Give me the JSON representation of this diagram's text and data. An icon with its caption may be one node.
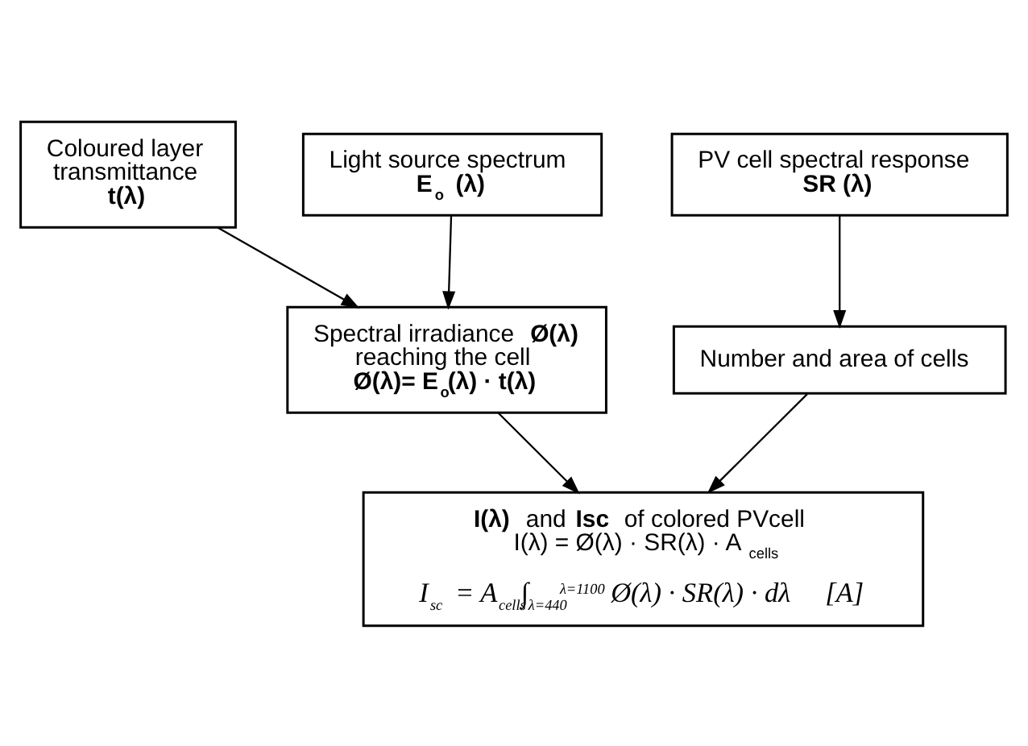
{
  "diagram": {
    "nodes": [
      {
        "text": [
          "Coloured layer transmittance",
          "t(λ)"
        ]
      },
      {
        "text": [
          "Light source spectrum",
          "E$_{o}$ (λ)"
        ]
      },
      {
        "text": [
          "PV cell spectral response",
          "SR (λ)"
        ]
      },
      {
        "text": [
          "Spectral irradiance **Ø(λ)** reaching the cell",
          "Ø(λ)= E$_{o}$(λ) · t(λ)"
        ]
      },
      {
        "text": [
          "Number and area of cells"
        ]
      },
      {
        "text": [
          "**I(λ)** and **Isc** of colored PVcell",
          "I(λ) = Ø(λ) · SR(λ) · A$_{cells}$",
          "I$_{sc}$ = A$_{cells}$∫$_{λ=440}$$^{λ=1100}$ Ø(λ) · SR(λ) · dλ     [A]"
        ]
      }
    ],
    "edges": [
      {
        "from": 0,
        "to": 3,
        "arrow": "to"
      },
      {
        "from": 1,
        "to": 3,
        "arrow": "to"
      },
      {
        "from": 2,
        "to": 4,
        "arrow": "to"
      },
      {
        "from": 3,
        "to": 5,
        "arrow": "to"
      },
      {
        "from": 4,
        "to": 5,
        "arrow": "to"
      }
    ]
  }
}
